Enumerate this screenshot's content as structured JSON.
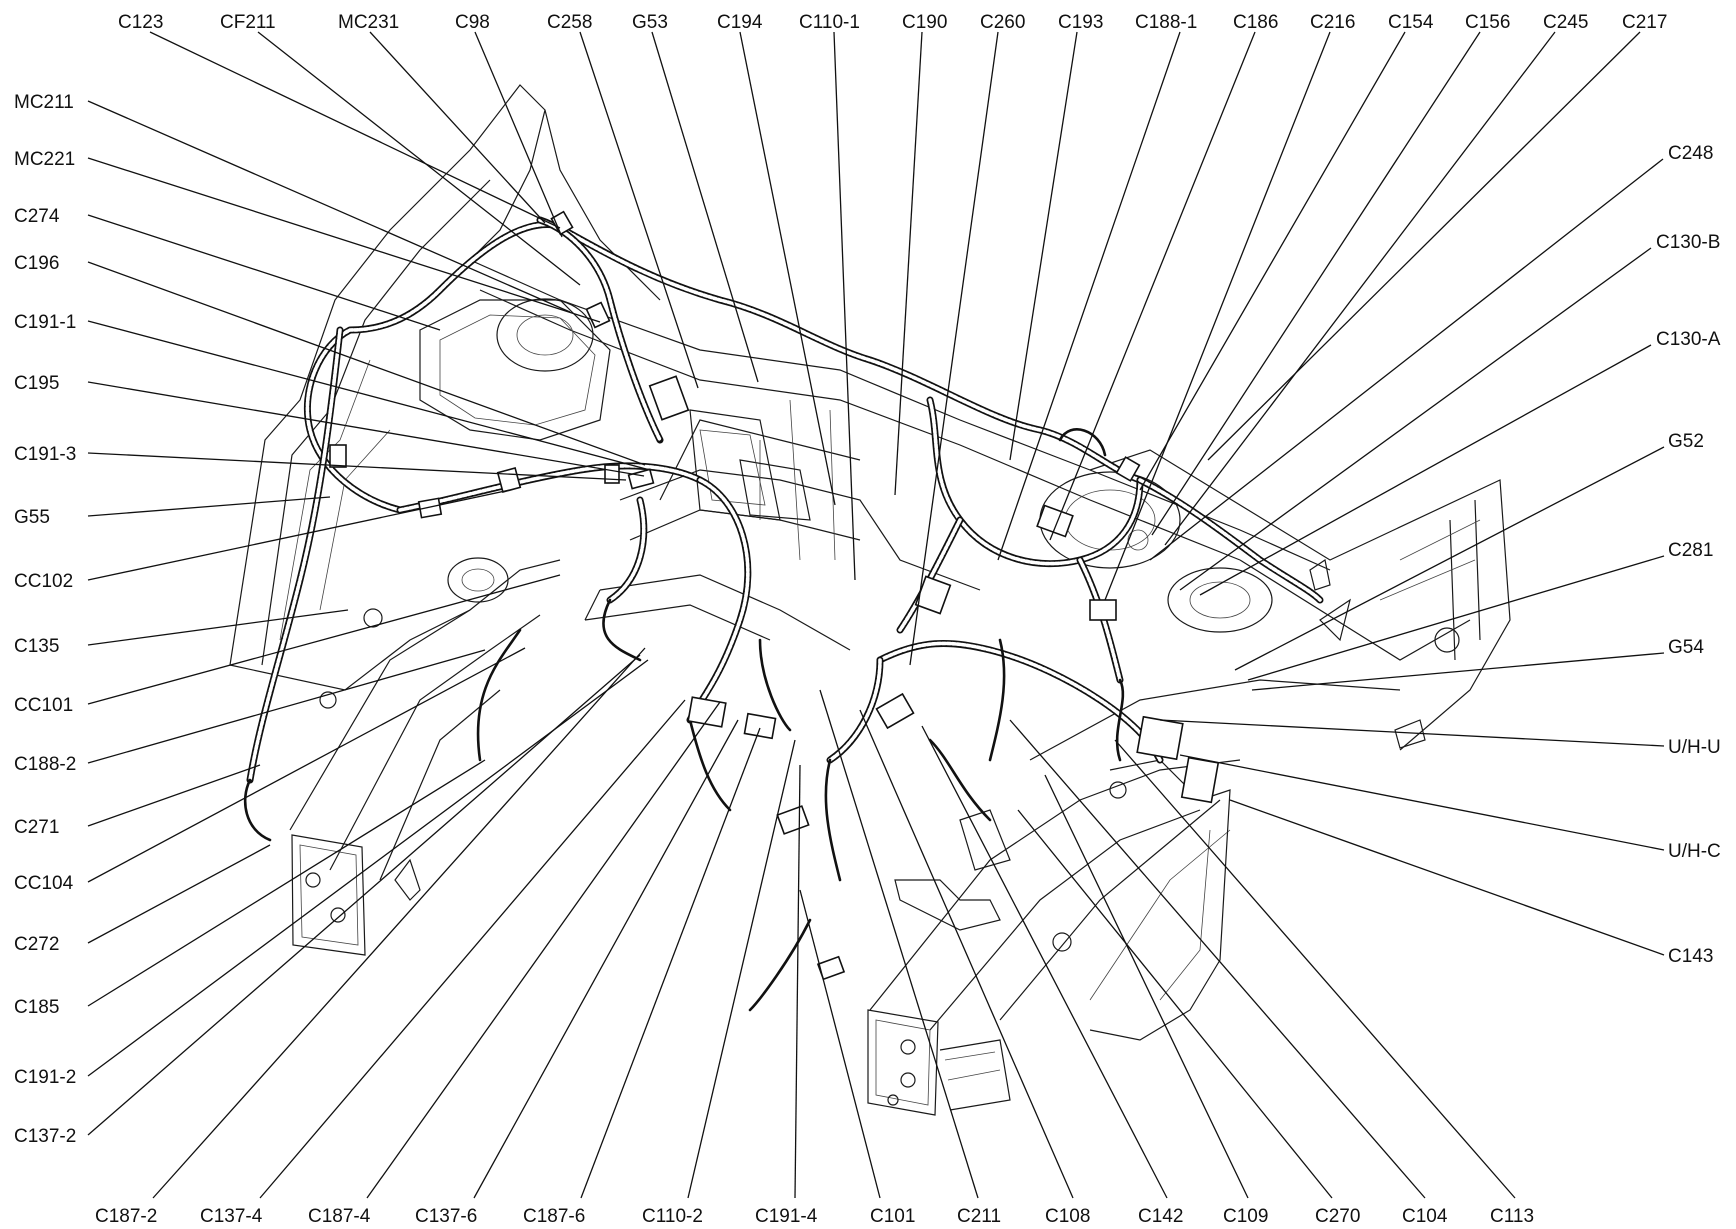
{
  "labels": {
    "top": [
      "C123",
      "CF211",
      "MC231",
      "C98",
      "C258",
      "G53",
      "C194",
      "C110-1",
      "C190",
      "C260",
      "C193",
      "C188-1",
      "C186",
      "C216",
      "C154",
      "C156",
      "C245",
      "C217"
    ],
    "left": [
      "MC211",
      "MC221",
      "C274",
      "C196",
      "C191-1",
      "C195",
      "C191-3",
      "G55",
      "CC102",
      "C135",
      "CC101",
      "C188-2",
      "C271",
      "CC104",
      "C272",
      "C185",
      "C191-2",
      "C137-2"
    ],
    "right": [
      "C248",
      "C130-B",
      "C130-A",
      "G52",
      "C281",
      "G54",
      "U/H-U",
      "U/H-C",
      "C143"
    ],
    "bottom": [
      "C187-2",
      "C137-4",
      "C187-4",
      "C137-6",
      "C187-6",
      "C110-2",
      "C191-4",
      "C101",
      "C211",
      "C108",
      "C142",
      "C109",
      "C270",
      "C104",
      "C113"
    ]
  }
}
